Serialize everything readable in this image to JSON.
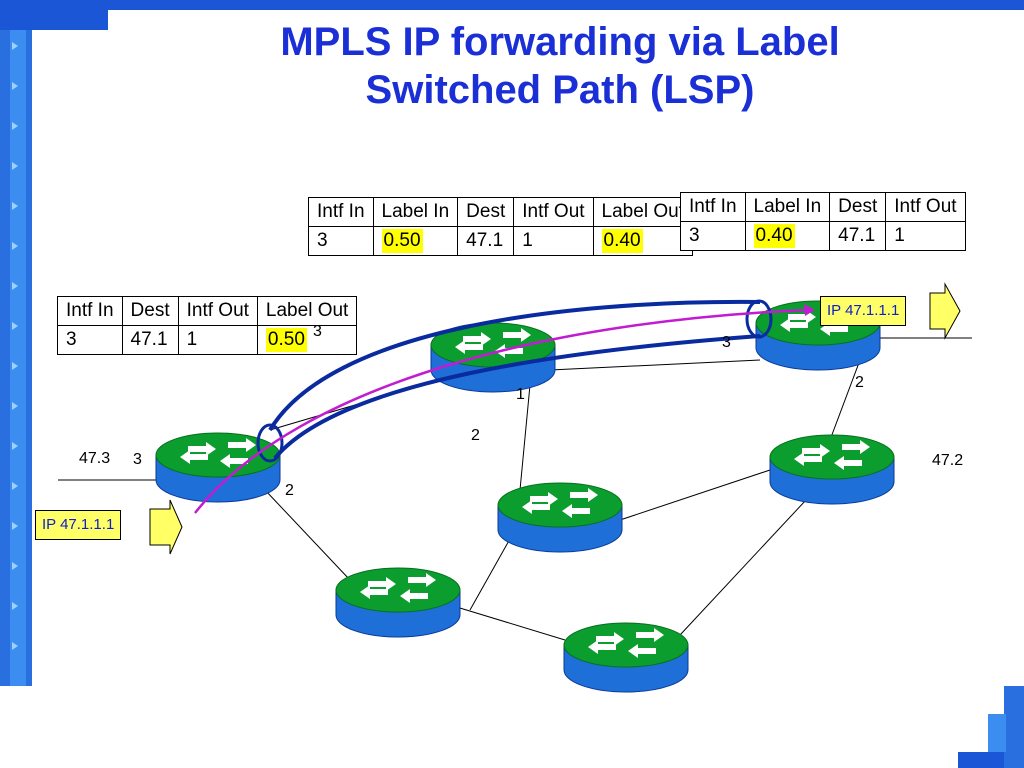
{
  "title": {
    "line1": "MPLS IP forwarding via Label",
    "line2": "Switched Path (LSP)"
  },
  "ingress_table": {
    "headers": [
      "Intf In",
      "Dest",
      "Intf Out",
      "Label Out"
    ],
    "row": [
      "3",
      "47.1",
      "1",
      "0.50"
    ]
  },
  "core_table": {
    "headers": [
      "Intf In",
      "Label In",
      "Dest",
      "Intf Out",
      "Label Out"
    ],
    "row": [
      "3",
      "0.50",
      "47.1",
      "1",
      "0.40"
    ]
  },
  "egress_table": {
    "headers": [
      "Intf In",
      "Label In",
      "Dest",
      "Intf Out"
    ],
    "row": [
      "3",
      "0.40",
      "47.1",
      "1"
    ]
  },
  "packets": {
    "ingress": "IP 47.1.1.1",
    "egress": "IP 47.1.1.1"
  },
  "labels": {
    "net_47_3": "47.3",
    "net_47_2": "47.2",
    "r1_intf_in": "3",
    "r1_intf_out": "2",
    "r2_intf_in": "3",
    "r2_intf_1": "1",
    "r2_intf_2": "2",
    "r3_intf_in": "3",
    "r3_intf_2": "2"
  },
  "colors": {
    "title": "#1b2fd6",
    "tunnel": "#0a2aa0",
    "path": "#c21bd1",
    "router_top": "#0b9d2d",
    "router_body": "#1e6fd8",
    "highlight": "#ffff00",
    "packet": "#ffff66"
  }
}
